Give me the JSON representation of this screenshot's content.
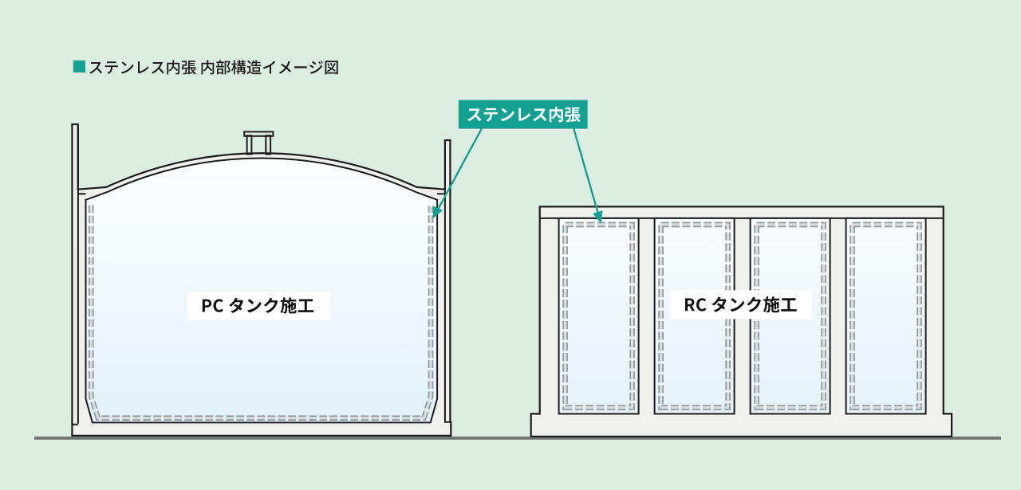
{
  "figure": {
    "type": "diagram",
    "title": "ステンレス内張 内部構造イメージ図",
    "description": "断面図 2点"
  },
  "callout": {
    "label": "ステンレス内張",
    "bg_color": "#14a091",
    "text_color": "#ffffff",
    "targets": [
      "PCタンクの内側ライニング",
      "RCタンクの内側ライニング"
    ]
  },
  "pc_tank": {
    "label": "PC タンク施工"
  },
  "rc_tank": {
    "label": "RC タンク施工",
    "cell_count": 4
  },
  "colors": {
    "background": "#deede2",
    "accent_teal": "#14a091",
    "outline": "#1b1b1b",
    "concrete": "#f0f1ef",
    "interior_top": "#fbfdff",
    "interior_bottom": "#e4f1f9",
    "lining_dash_dark": "#8f989c",
    "lining_dash_light": "#dfe3e4",
    "ground": "#6f7674",
    "label_bg": "#ffffff",
    "title_text": "#1b1b1b"
  }
}
